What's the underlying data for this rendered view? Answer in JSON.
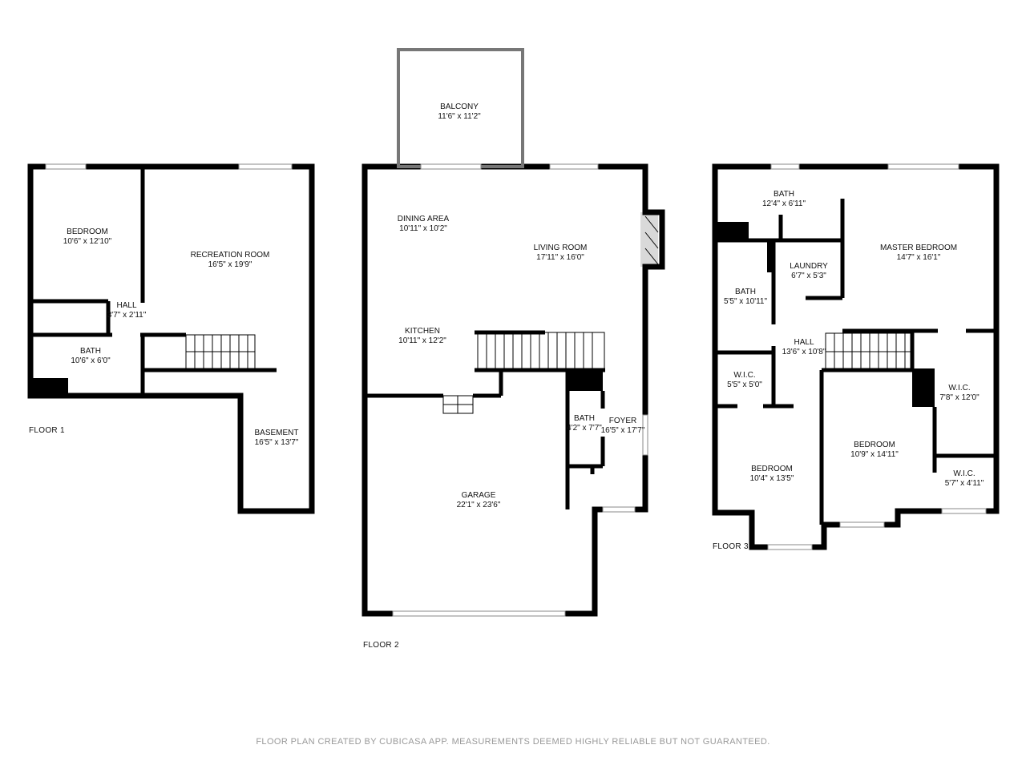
{
  "floors": [
    {
      "label": "FLOOR 1",
      "rooms": [
        {
          "name": "BEDROOM",
          "size": "10'6\" x 12'10\""
        },
        {
          "name": "RECREATION ROOM",
          "size": "16'5\" x 19'9\""
        },
        {
          "name": "HALL",
          "size": "3'7\" x 2'11\""
        },
        {
          "name": "BATH",
          "size": "10'6\" x 6'0\""
        },
        {
          "name": "BASEMENT",
          "size": "16'5\" x 13'7\""
        }
      ]
    },
    {
      "label": "FLOOR 2",
      "rooms": [
        {
          "name": "BALCONY",
          "size": "11'6\" x 11'2\""
        },
        {
          "name": "DINING AREA",
          "size": "10'11\" x 10'2\""
        },
        {
          "name": "LIVING ROOM",
          "size": "17'11\" x 16'0\""
        },
        {
          "name": "KITCHEN",
          "size": "10'11\" x 12'2\""
        },
        {
          "name": "BATH",
          "size": "4'2\" x 7'7\""
        },
        {
          "name": "FOYER",
          "size": "16'5\" x 17'7\""
        },
        {
          "name": "GARAGE",
          "size": "22'1\" x 23'6\""
        }
      ]
    },
    {
      "label": "FLOOR 3",
      "rooms": [
        {
          "name": "BATH",
          "size": "12'4\" x 6'11\""
        },
        {
          "name": "MASTER BEDROOM",
          "size": "14'7\" x 16'1\""
        },
        {
          "name": "LAUNDRY",
          "size": "6'7\" x 5'3\""
        },
        {
          "name": "BATH",
          "size": "5'5\" x 10'11\""
        },
        {
          "name": "HALL",
          "size": "13'6\" x 10'8\""
        },
        {
          "name": "W.I.C.",
          "size": "5'5\" x 5'0\""
        },
        {
          "name": "W.I.C.",
          "size": "7'8\" x 12'0\""
        },
        {
          "name": "BEDROOM",
          "size": "10'9\" x 14'11\""
        },
        {
          "name": "BEDROOM",
          "size": "10'4\" x 13'5\""
        },
        {
          "name": "W.I.C.",
          "size": "5'7\" x 4'11\""
        }
      ]
    }
  ],
  "footer": "FLOOR PLAN CREATED BY CUBICASA APP. MEASUREMENTS DEEMED HIGHLY RELIABLE BUT NOT GUARANTEED."
}
